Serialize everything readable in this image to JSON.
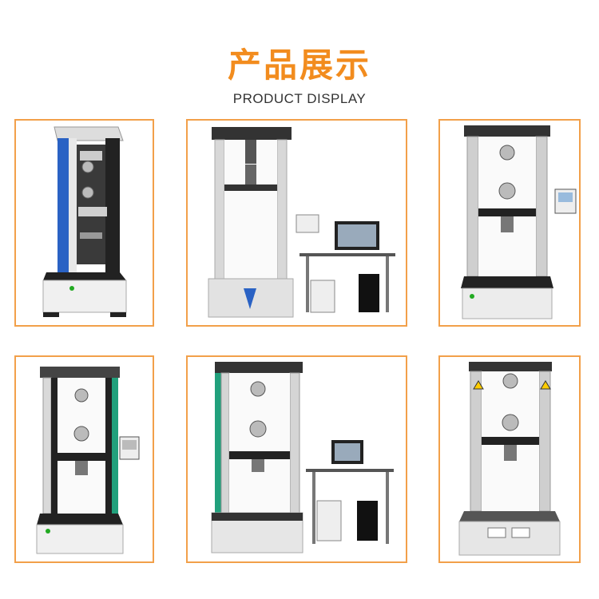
{
  "header": {
    "title": "产品展示",
    "subtitle": "PRODUCT DISPLAY"
  },
  "colors": {
    "accent": "#f28c1e",
    "card_border": "#f2a04a",
    "subtitle": "#333333",
    "machine_blue": "#2a62c4",
    "machine_teal": "#21a07c"
  },
  "products": [
    {
      "id": 1,
      "icon": "single-column-blue-tester"
    },
    {
      "id": 2,
      "icon": "twin-column-tester-with-computer-desk"
    },
    {
      "id": 3,
      "icon": "twin-column-tester-with-control-panel"
    },
    {
      "id": 4,
      "icon": "twin-column-tester-teal-trim"
    },
    {
      "id": 5,
      "icon": "teal-tester-with-computer-desk"
    },
    {
      "id": 6,
      "icon": "twin-column-tester-with-labels"
    }
  ]
}
